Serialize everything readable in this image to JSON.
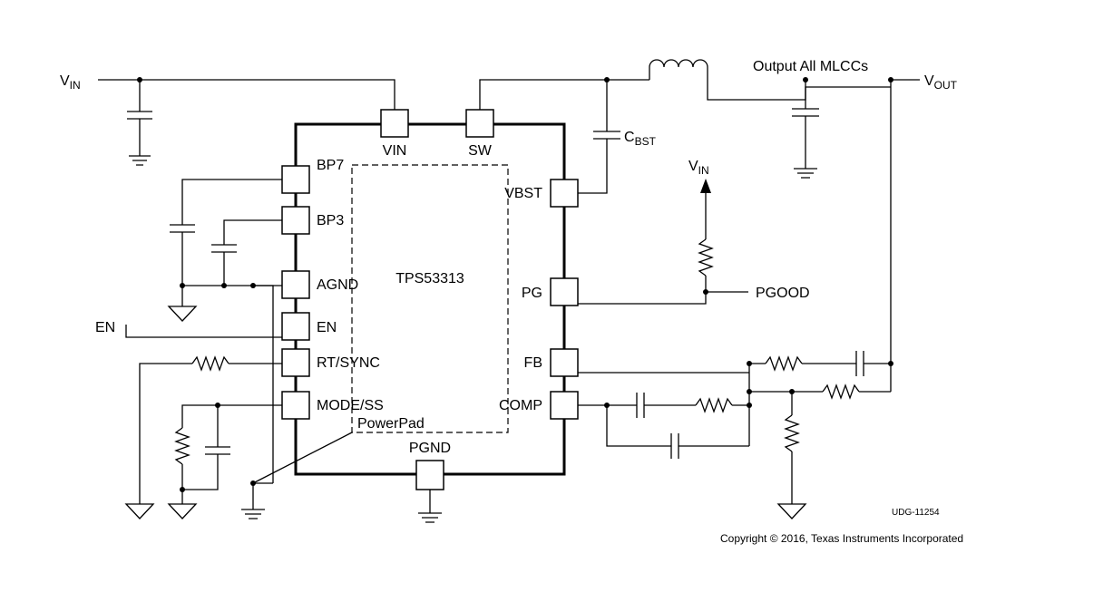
{
  "labels": {
    "vin_left": "V",
    "vin_left_sub": "IN",
    "vout": "V",
    "vout_sub": "OUT",
    "output_caps": "Output All MLCCs",
    "cbst": "C",
    "cbst_sub": "BST",
    "vin_pullup": "V",
    "vin_pullup_sub": "IN",
    "pgood": "PGOOD",
    "en_input": "EN",
    "chip_name": "TPS53313",
    "powerpad": "PowerPad",
    "drawing_id": "UDG-11254",
    "copyright": "Copyright © 2016, Texas Instruments Incorporated"
  },
  "pins": {
    "vin": "VIN",
    "sw": "SW",
    "bp7": "BP7",
    "bp3": "BP3",
    "agnd": "AGND",
    "en": "EN",
    "rt_sync": "RT/SYNC",
    "mode_ss": "MODE/SS",
    "vbst": "VBST",
    "pg": "PG",
    "fb": "FB",
    "comp": "COMP",
    "pgnd": "PGND"
  }
}
